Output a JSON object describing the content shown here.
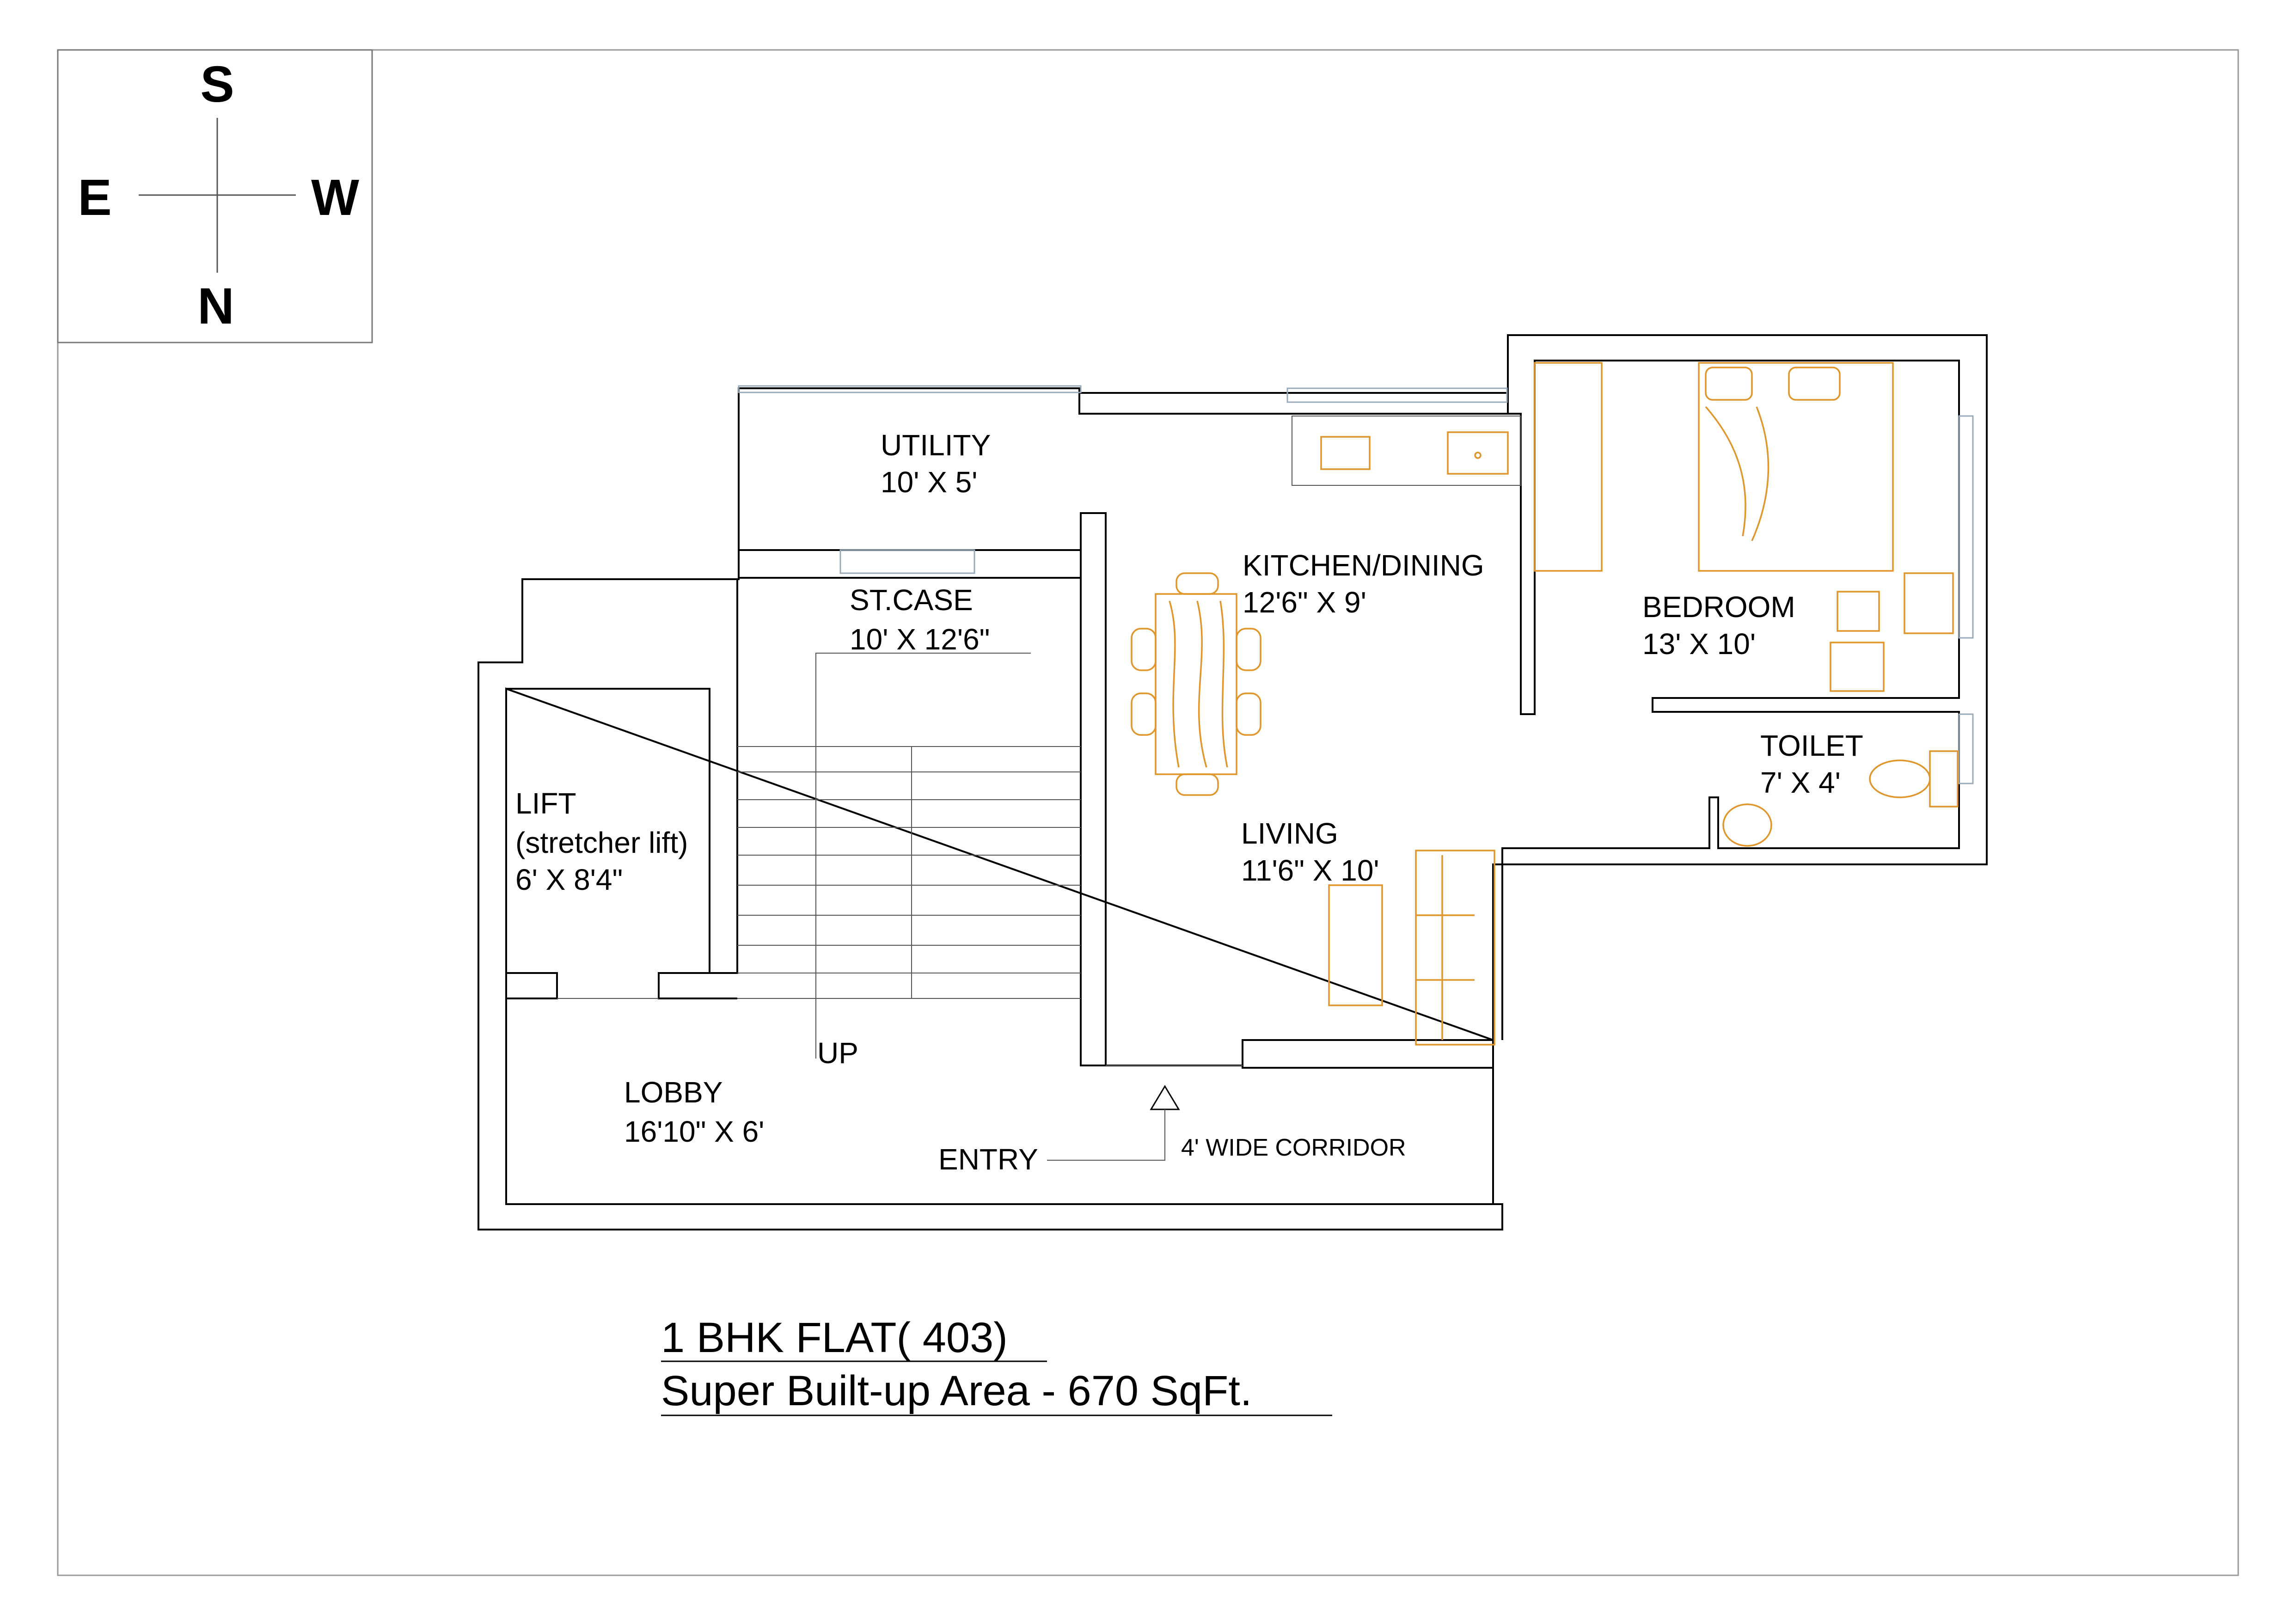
{
  "compass": {
    "top": "S",
    "left": "E",
    "right": "W",
    "bottom": "N"
  },
  "rooms": {
    "utility": {
      "name": "UTILITY",
      "size": "10' X 5'"
    },
    "staircase": {
      "name": "ST.CASE",
      "size": "10' X 12'6\""
    },
    "kitchen_dining": {
      "name": "KITCHEN/DINING",
      "size": "12'6\" X 9'"
    },
    "bedroom": {
      "name": "BEDROOM",
      "size": "13' X 10'"
    },
    "toilet": {
      "name": "TOILET",
      "size": "7' X 4'"
    },
    "living": {
      "name": "LIVING",
      "size": "11'6\" X 10'"
    },
    "lift": {
      "name": "LIFT",
      "note": "(stretcher lift)",
      "size": "6' X 8'4\""
    },
    "lobby": {
      "name": "LOBBY",
      "size": "16'10\" X 6'"
    }
  },
  "annotations": {
    "up": "UP",
    "entry": "ENTRY",
    "corridor": "4' WIDE CORRIDOR"
  },
  "title": {
    "line1": "1 BHK FLAT( 403)",
    "line2": "Super  Built-up Area - 670 SqFt."
  },
  "colors": {
    "walls": "#000000",
    "furniture": "#e0962a",
    "windows": "#99aabb"
  }
}
